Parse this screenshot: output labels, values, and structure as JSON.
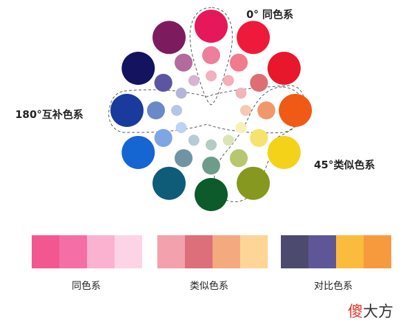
{
  "labels": {
    "same_hue": "0° 同色系",
    "complementary": "180°互补色系",
    "analogous": "45°类似色系"
  },
  "wheel_colors": {
    "outer": [
      "#e6175a",
      "#ef1a3b",
      "#e9172c",
      "#f05a16",
      "#f4d21a",
      "#87981f",
      "#0d5a2b",
      "#0e5c77",
      "#1565d2",
      "#1a3b9e",
      "#141360",
      "#7c1c5e"
    ],
    "middle": [
      "#ef7d9c",
      "#f27a8d",
      "#de6e74",
      "#f0986b",
      "#f5e36d",
      "#b7c76f",
      "#6f9b8b",
      "#6f95a4",
      "#7ea5e4",
      "#6b89c9",
      "#5b55a2",
      "#b36b9d"
    ],
    "inner": [
      "#f2b0c1",
      "#f6aeb7",
      "#f0b5b8",
      "#f5c9b4",
      "#f8f0b8",
      "#dbe4b6",
      "#b6cbc2",
      "#b8cbd5",
      "#bfd2f1",
      "#b7c5e6",
      "#b5b5d8",
      "#d7b5d1"
    ]
  },
  "palettes": [
    {
      "caption": "同色系",
      "colors": [
        "#f25790",
        "#f66ea6",
        "#fbb2d1",
        "#fdd4e6"
      ]
    },
    {
      "caption": "类似色系",
      "colors": [
        "#f2a1ad",
        "#dc6f79",
        "#f5a97e",
        "#fdd596"
      ]
    },
    {
      "caption": "对比色系",
      "colors": [
        "#4c4a6f",
        "#5f5698",
        "#fbbb3d",
        "#f79a3d"
      ]
    }
  ],
  "watermark": {
    "text_red": "傻",
    "text_dark": "大方",
    "red_color": "#e03a2a",
    "dark_color": "#333333"
  }
}
